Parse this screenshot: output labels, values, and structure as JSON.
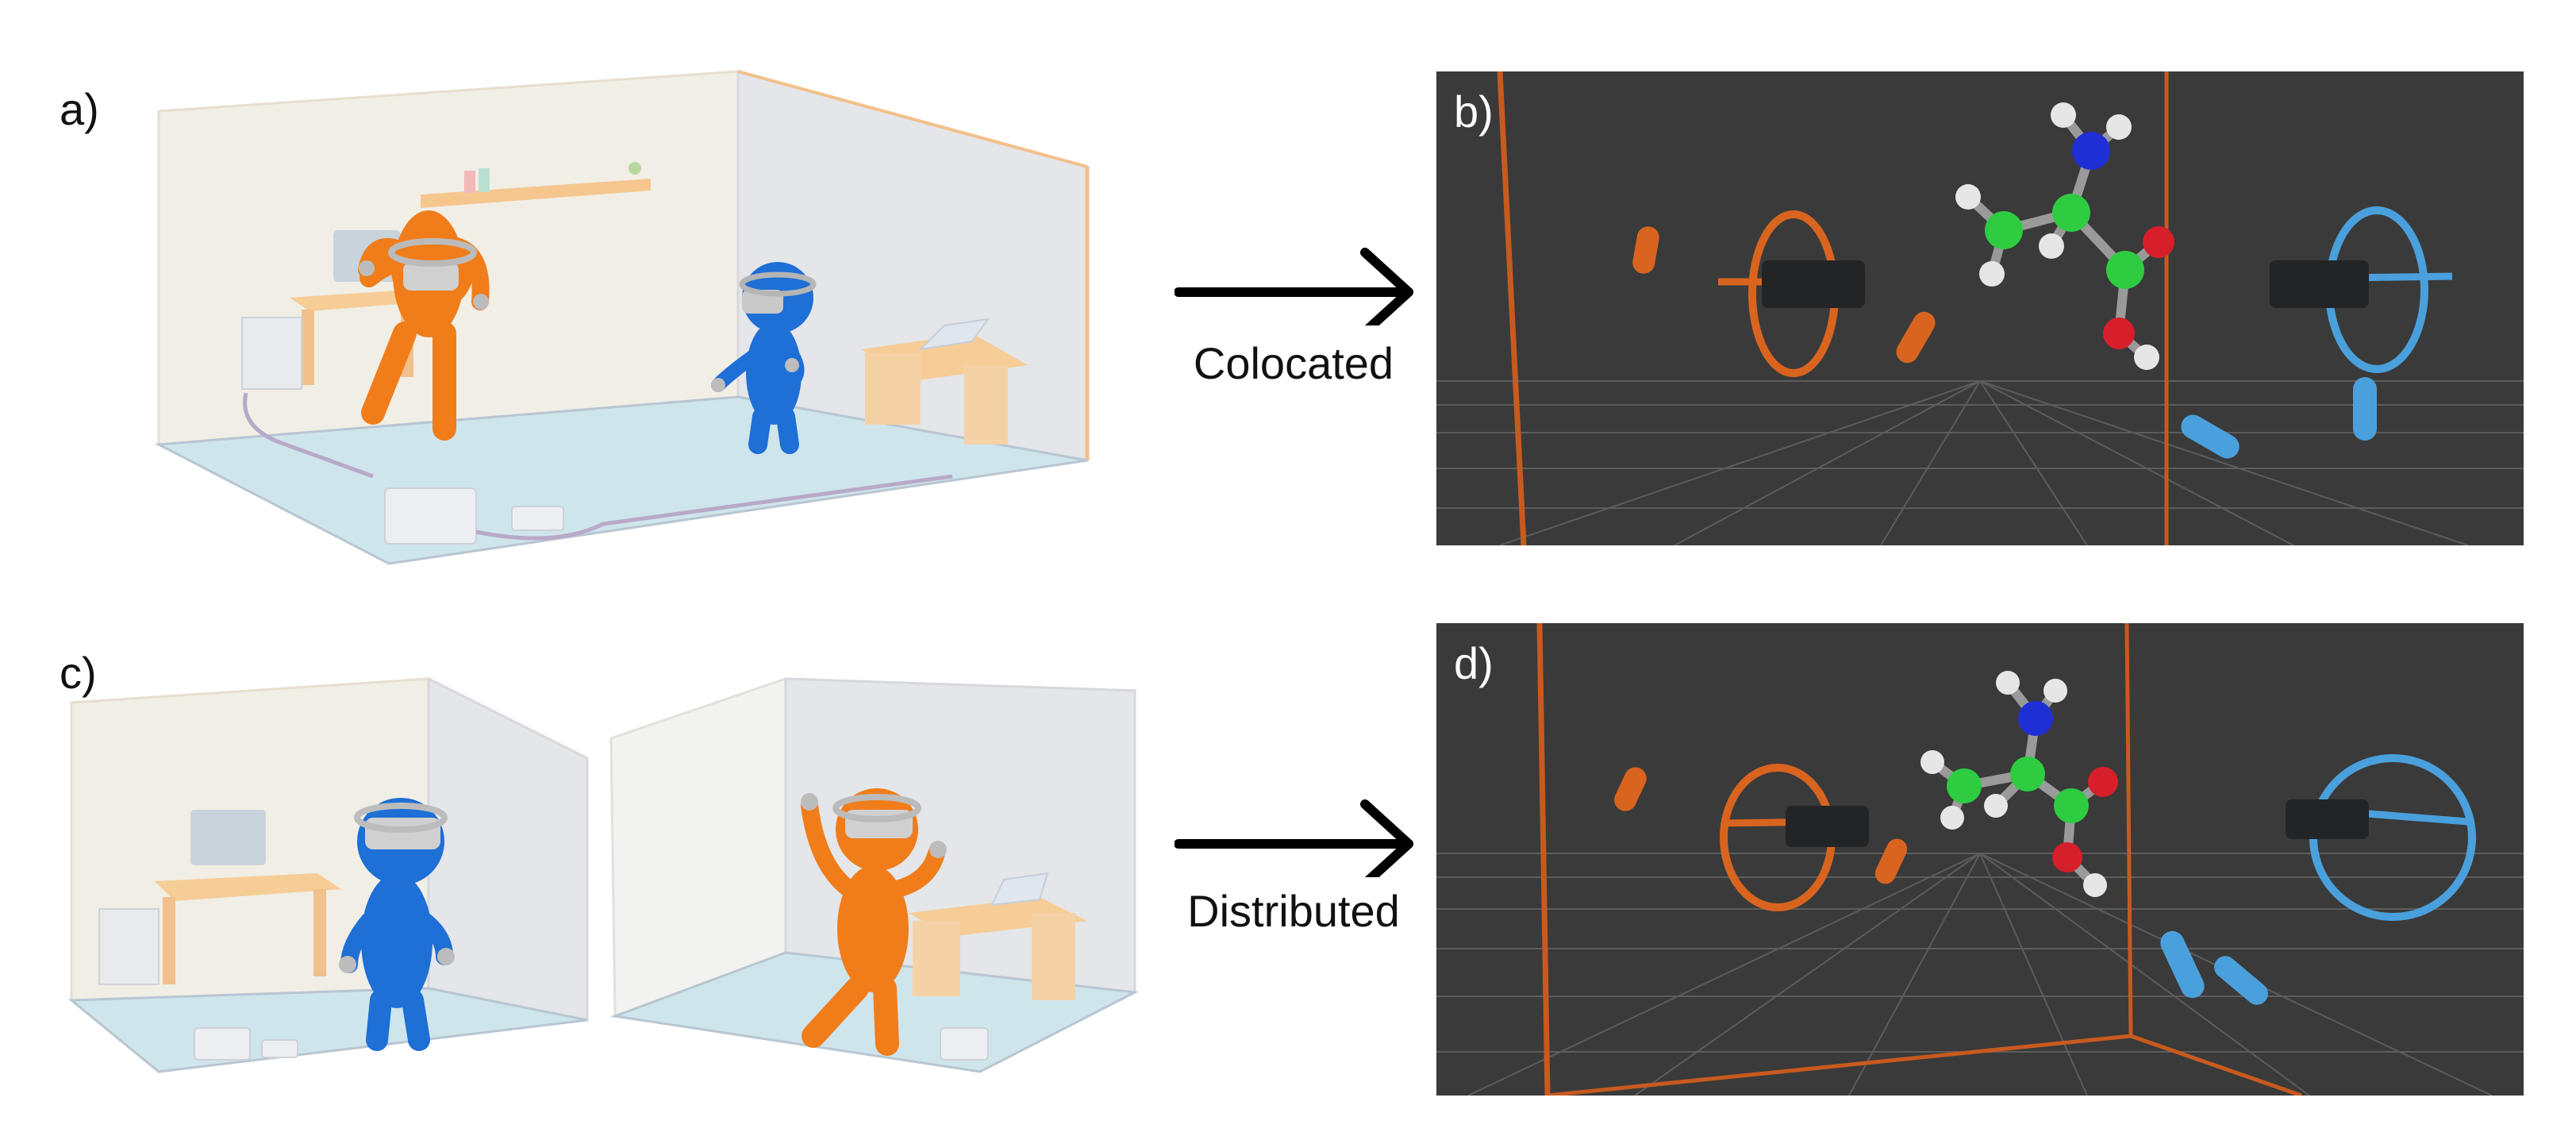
{
  "panels": {
    "a": {
      "label": "a)"
    },
    "b": {
      "label": "b)"
    },
    "c": {
      "label": "c)"
    },
    "d": {
      "label": "d)"
    }
  },
  "arrows": {
    "top": {
      "label": "Colocated"
    },
    "bottom": {
      "label": "Distributed"
    }
  },
  "colors": {
    "user_orange": "#f07d1a",
    "user_blue": "#1e6fd6",
    "virtual_bg": "#3a3a3a",
    "grid": "#5c5c5c",
    "boundary": "#c85a1e",
    "avatar_orange": "#d9641f",
    "avatar_blue": "#4aa0dc",
    "atom_carbon": "#2ecc40",
    "atom_nitrogen": "#1f2fd6",
    "atom_oxygen": "#d61f2a",
    "atom_hydrogen": "#e6e6e6"
  }
}
